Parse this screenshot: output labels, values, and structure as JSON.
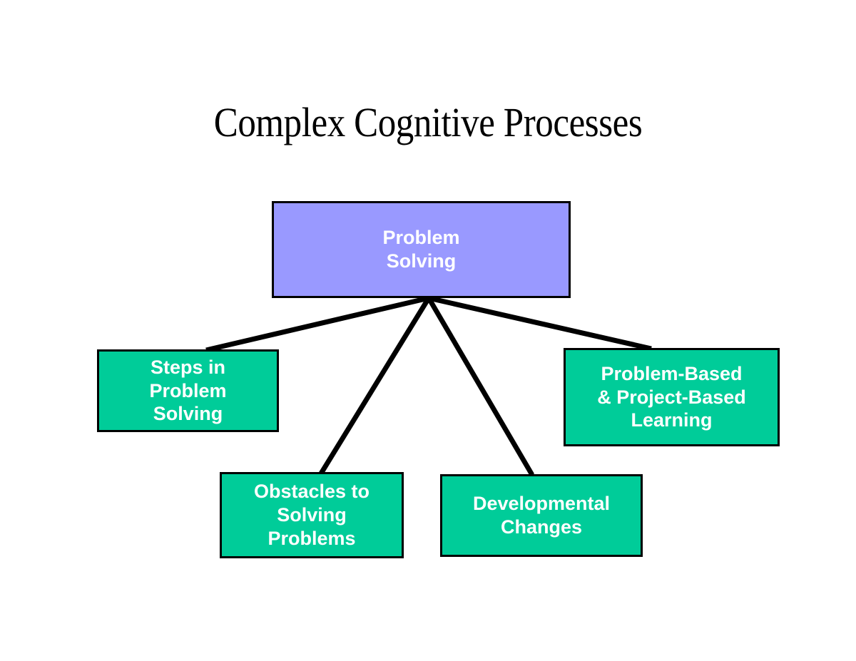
{
  "slide": {
    "title": "Complex Cognitive Processes",
    "background_color": "#ffffff"
  },
  "colors": {
    "root_fill": "#9999FF",
    "branch_fill": "#00CC99",
    "border": "#000000",
    "node_text": "#FFFFFF",
    "title_text": "#000000",
    "connector": "#000000"
  },
  "diagram": {
    "type": "hierarchy",
    "root": {
      "id": "problem-solving",
      "label": "Problem\nSolving",
      "line1": "Problem",
      "line2": "Solving",
      "fill": "#9999FF"
    },
    "branches": [
      {
        "id": "steps-in-problem-solving",
        "label": "Steps in\nProblem\nSolving",
        "line1": "Steps in",
        "line2": "Problem",
        "line3": "Solving",
        "fill": "#00CC99"
      },
      {
        "id": "obstacles-to-solving-problems",
        "label": "Obstacles to\nSolving\nProblems",
        "line1": "Obstacles to",
        "line2": "Solving",
        "line3": "Problems",
        "fill": "#00CC99"
      },
      {
        "id": "developmental-changes",
        "label": "Developmental\nChanges",
        "line1": "Developmental",
        "line2": "Changes",
        "fill": "#00CC99"
      },
      {
        "id": "problem-based-project-based-learning",
        "label": "Problem-Based\n& Project-Based\nLearning",
        "line1": "Problem-Based",
        "line2": "& Project-Based",
        "line3": "Learning",
        "fill": "#00CC99"
      }
    ],
    "connectors": [
      {
        "id": "root-to-steps",
        "from": "problem-solving",
        "to": "steps-in-problem-solving"
      },
      {
        "id": "root-to-obstacles",
        "from": "problem-solving",
        "to": "obstacles-to-solving-problems"
      },
      {
        "id": "root-to-developmental",
        "from": "problem-solving",
        "to": "developmental-changes"
      },
      {
        "id": "root-to-pbl",
        "from": "problem-solving",
        "to": "problem-based-project-based-learning"
      }
    ]
  }
}
